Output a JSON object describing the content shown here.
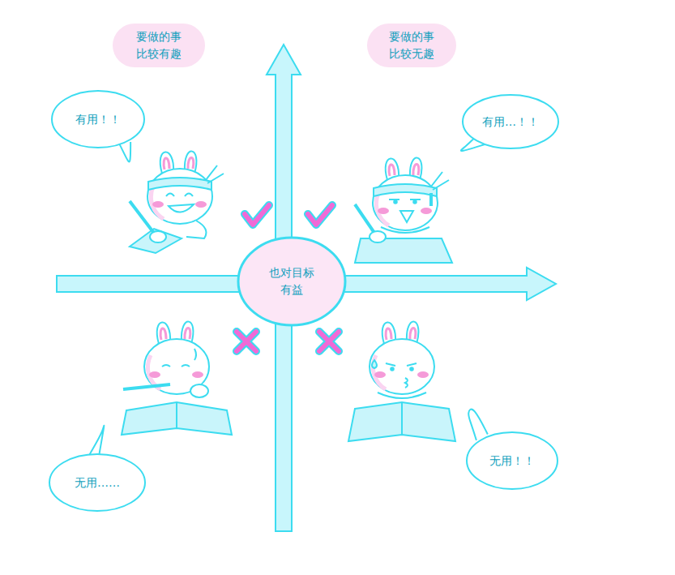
{
  "diagram": {
    "nodes": [
      {
        "text": [
          "要做的事 比较有趣"
        ]
      },
      {
        "text": [
          "要做的事 比较无趣"
        ]
      },
      {
        "text": [
          "有用！！"
        ]
      },
      {
        "text": [
          "有用…！！"
        ]
      },
      {
        "text": [
          "也对目标 有益"
        ]
      },
      {
        "text": [
          "无用……"
        ]
      },
      {
        "text": [
          "无用！！"
        ]
      }
    ]
  }
}
